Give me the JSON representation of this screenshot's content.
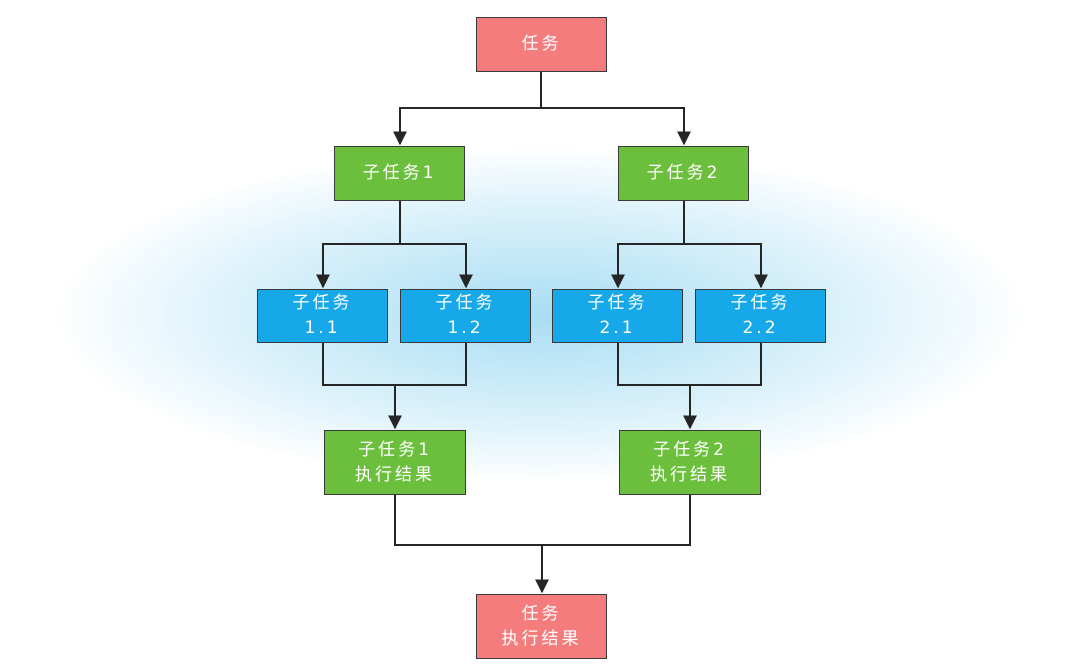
{
  "colors": {
    "root": "#f47c7c",
    "subtask": "#6cbf3c",
    "leaf": "#16a8e8",
    "line": "#262626"
  },
  "nodes": {
    "task": {
      "line1": "任务"
    },
    "sub1": {
      "line1": "子任务1"
    },
    "sub2": {
      "line1": "子任务2"
    },
    "sub11": {
      "line1": "子任务",
      "line2": "1.1"
    },
    "sub12": {
      "line1": "子任务",
      "line2": "1.2"
    },
    "sub21": {
      "line1": "子任务",
      "line2": "2.1"
    },
    "sub22": {
      "line1": "子任务",
      "line2": "2.2"
    },
    "res1": {
      "line1": "子任务1",
      "line2": "执行结果"
    },
    "res2": {
      "line1": "子任务2",
      "line2": "执行结果"
    },
    "taskresult": {
      "line1": "任务",
      "line2": "执行结果"
    }
  }
}
